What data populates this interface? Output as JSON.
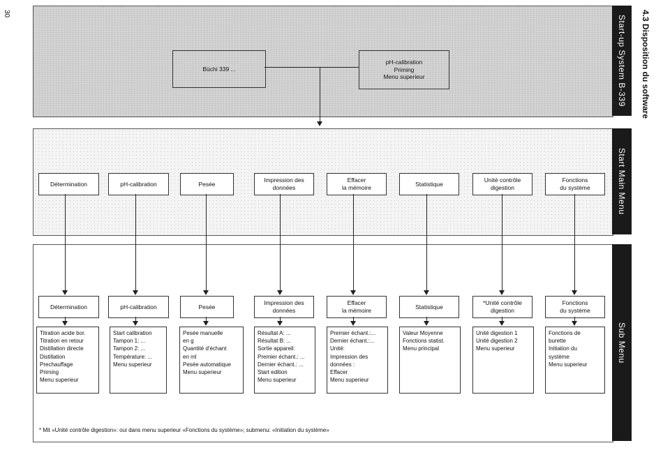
{
  "page_number": "30",
  "section_title": "4.3 Disposition du software",
  "bands": {
    "startup": "Start-up System B-339",
    "main": "Start Main Menu",
    "sub": "Sub Menu"
  },
  "startup": {
    "box_left": "Büchi 339 ...",
    "box_right": "pH-calibration\nPriming\nMenu superieur"
  },
  "main_menu": [
    "Détermination",
    "pH-calibration",
    "Pesée",
    "Impression des\ndonnées",
    "Effacer\nla mémoire",
    "Statistique",
    "Unité contrôle\ndigestion",
    "Fonctions\ndu système"
  ],
  "sub_menu": [
    {
      "title": "Détermination",
      "items": [
        "Titration acide bor.",
        "Titration en retour",
        "Distillation directe",
        "Distillation",
        "Prechauffage",
        "Priming",
        "Menu superieur"
      ]
    },
    {
      "title": "pH-calibration",
      "items": [
        "Start calibration",
        "Tampon 1: ...",
        "Tampon 2: ...",
        "Température: ...",
        "Menu superieur"
      ]
    },
    {
      "title": "Pesée",
      "items": [
        "Pesée manuelle",
        "en g",
        "Quantité d'échant",
        "en ml",
        "Pesée automatique",
        "Menu superieur"
      ]
    },
    {
      "title": "Impression des\ndonnées",
      "items": [
        "Résultat A: ...",
        "Résultat B: ...",
        "Sortie appareil:",
        "Premier échant.: ...",
        "Dernier échant.: ...",
        "Start edition",
        "Menu superieur"
      ]
    },
    {
      "title": "Effacer\nla mémoire",
      "items": [
        "Premier échant.:...",
        "Dernier échant.:...",
        "Unité:",
        "Impression des",
        "données :",
        "Effacer",
        "Menu superieur"
      ]
    },
    {
      "title": "Statistique",
      "items": [
        "Valeur Moyenne",
        "Fonctions statist.",
        "Menu principal"
      ]
    },
    {
      "title": "*Unité contrôle\ndigestion",
      "items": [
        "Unité digestion 1",
        "Unité digestion 2",
        "Menu superieur"
      ]
    },
    {
      "title": "Fonctions\ndu système",
      "items": [
        "Fonctions de",
        "burette",
        "Initiation du",
        "système",
        "Menu superieur"
      ]
    }
  ],
  "footnote": "* Mit «Unité contrôle digestion»: oui dans menu superieur «Fonctions du système»; submenu: «Initiation du système»"
}
